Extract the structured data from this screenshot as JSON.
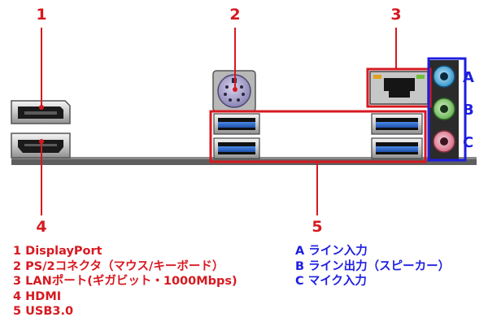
{
  "callouts": {
    "numbers": [
      "1",
      "2",
      "3",
      "4",
      "5"
    ],
    "letters": [
      "A",
      "B",
      "C"
    ]
  },
  "legend_numbers": [
    {
      "num": "1",
      "text": "DisplayPort"
    },
    {
      "num": "2",
      "text": "PS/2コネクタ（マウス/キーボード）"
    },
    {
      "num": "3",
      "text": "LANポート(ギガビット・1000Mbps)"
    },
    {
      "num": "4",
      "text": "HDMI"
    },
    {
      "num": "5",
      "text": "USB3.0"
    }
  ],
  "legend_letters": [
    {
      "num": "A",
      "text": "ライン入力"
    },
    {
      "num": "B",
      "text": "ライン出力（スピーカー）"
    },
    {
      "num": "C",
      "text": "マイク入力"
    }
  ],
  "colors": {
    "callout_red": "#d71920",
    "callout_blue": "#1e1ee0",
    "usb_blue": "#2f6fd0",
    "line_in": "#3aa6d8",
    "line_out": "#7cc46a",
    "mic": "#e48a9c",
    "ps2": "#a8a2c8"
  }
}
